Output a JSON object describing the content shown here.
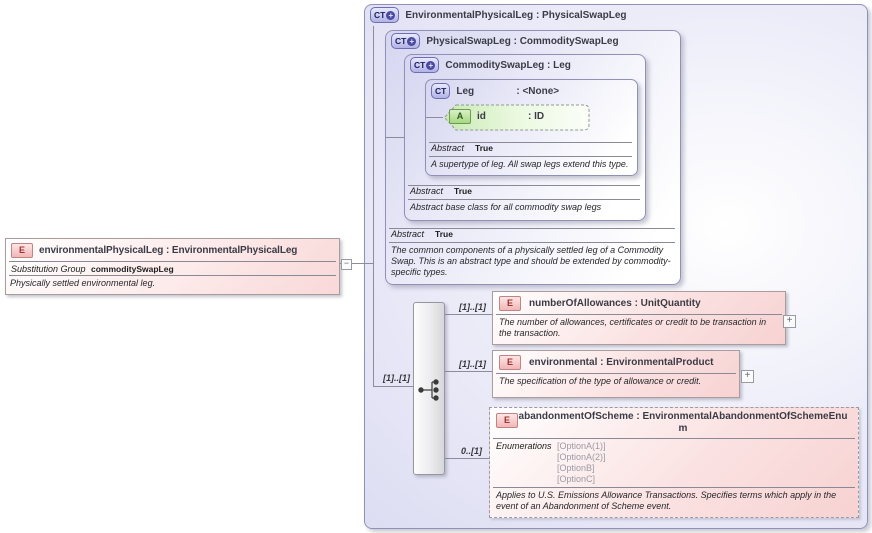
{
  "element_box": {
    "badge": "E",
    "title": "environmentalPhysicalLeg : EnvironmentalPhysicalLeg",
    "substitution_group_label": "Substitution Group",
    "substitution_group_value": "commoditySwapLeg",
    "description": "Physically settled environmental leg."
  },
  "outer_type": {
    "badge": "CT",
    "title": "EnvironmentalPhysicalLeg : PhysicalSwapLeg"
  },
  "physical_swap_leg": {
    "badge": "CT",
    "title": "PhysicalSwapLeg : CommoditySwapLeg",
    "abstract_label": "Abstract",
    "abstract_value": "True",
    "description": "The common components of a physically settled leg of a Commodity Swap. This is an abstract type and should be extended by commodity-specific types."
  },
  "commodity_swap_leg": {
    "badge": "CT",
    "title": "CommoditySwapLeg : Leg",
    "abstract_label": "Abstract",
    "abstract_value": "True",
    "description": "Abstract base class for all commodity swap legs"
  },
  "leg": {
    "badge": "CT",
    "name": "Leg",
    "type": ": <None>",
    "abstract_label": "Abstract",
    "abstract_value": "True",
    "description": "A supertype of leg. All swap legs extend this type."
  },
  "id_attribute": {
    "badge": "A",
    "name": "id",
    "type": ": ID"
  },
  "content_model": {
    "cardinality": "[1]..[1]"
  },
  "children": {
    "number_of_allowances": {
      "badge": "E",
      "cardinality": "[1]..[1]",
      "title": "numberOfAllowances : UnitQuantity",
      "description": "The number of allowances, certificates or credit to be transaction in the transaction."
    },
    "environmental": {
      "badge": "E",
      "cardinality": "[1]..[1]",
      "title": "environmental : EnvironmentalProduct",
      "description": "The specification of the type of allowance or credit."
    },
    "abandonment_of_scheme": {
      "badge": "E",
      "cardinality": "0..[1]",
      "title": "abandonmentOfScheme : EnvironmentalAbandonmentOfSchemeEnum",
      "enumerations_label": "Enumerations",
      "enumerations": [
        "[OptionA(1)]",
        "[OptionA(2)]",
        "[OptionB]",
        "[OptionC]"
      ],
      "description": "Applies to U.S. Emissions Allowance Transactions. Specifies terms which apply in the event of an Abandonment of Scheme event."
    }
  },
  "icons": {
    "expand": "+",
    "collapse": "−",
    "badge_plus": "+"
  },
  "colors": {
    "container_lavender": "#d8d8f1",
    "type_box_border": "#9191b8",
    "element_pink": "#f7d2d2",
    "element_border": "#ab9d9d",
    "attribute_green": "#c9e9b4",
    "ct_badge_fill": "#b2b2e4",
    "ct_badge_border": "#6d6db6",
    "e_badge_text": "#a03232",
    "a_badge_text": "#2f5c16",
    "enum_value_gray": "#9a9aa4",
    "connector_gray": "#8c8c9c"
  }
}
